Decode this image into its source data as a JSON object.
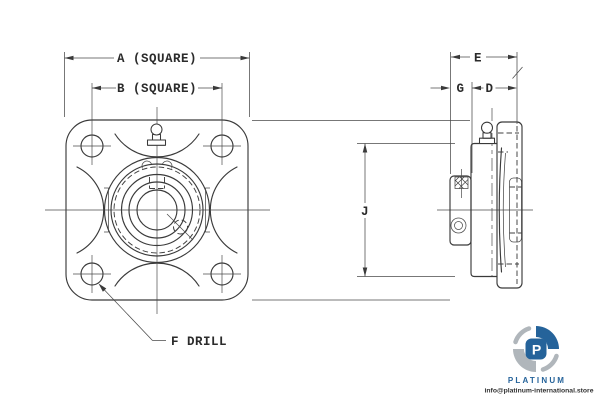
{
  "dimensions": {
    "dim_a": "A (SQUARE)",
    "dim_b": "B (SQUARE)",
    "dim_e": "E",
    "dim_g": "G",
    "dim_d": "D",
    "dim_j": "J",
    "drill_note": "F DRILL"
  },
  "watermark": {
    "brand": "PLATINUM",
    "contact": "info@platinum-international.store",
    "logo_letter": "P",
    "brand_color": "#25639a",
    "logo_gray": "#b0b6bb"
  },
  "colors": {
    "background": "#ffffff",
    "line": "#3a3a3a",
    "text": "#2b2b2b"
  }
}
